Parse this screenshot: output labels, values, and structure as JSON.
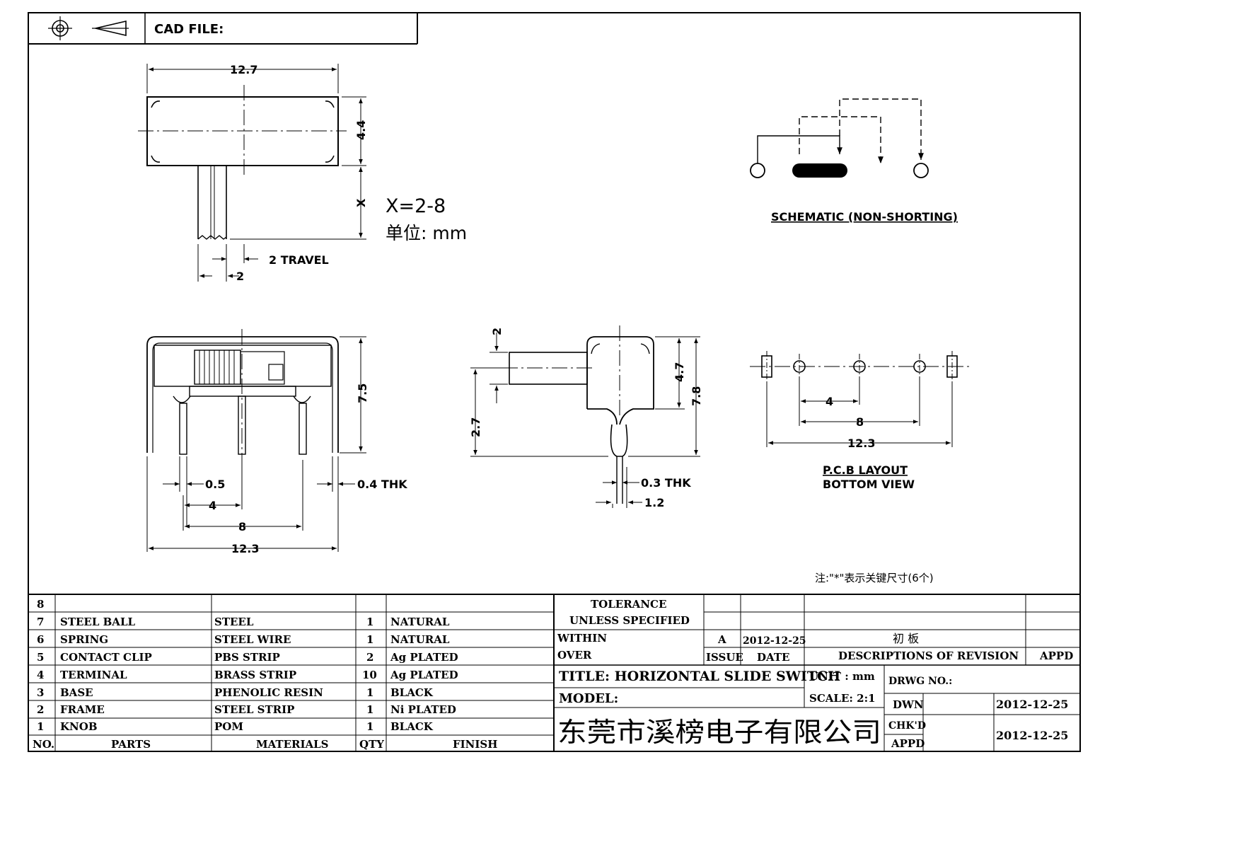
{
  "header": {
    "cad_file_label": "CAD FILE:"
  },
  "top_view": {
    "width": "12.7",
    "height": "4.4",
    "x_label": "X",
    "x_range": "X=2-8",
    "unit_note": "单位: mm",
    "travel": "2 TRAVEL",
    "knob_width": "2"
  },
  "schematic": {
    "label": "SCHEMATIC (NON-SHORTING)"
  },
  "front_view": {
    "height": "7.5",
    "pin_width": "0.5",
    "thickness": "0.4 THK",
    "pitch": "4",
    "span": "8",
    "overall": "12.3"
  },
  "side_view": {
    "knob_height": "2",
    "offset": "2.7",
    "body_height": "4.7",
    "overall_height": "7.8",
    "thickness": "0.3 THK",
    "lead_width": "1.2"
  },
  "pcb_layout": {
    "pitch": "4",
    "span": "8",
    "overall": "12.3",
    "label_line1": "P.C.B LAYOUT",
    "label_line2": "BOTTOM VIEW"
  },
  "note": "注:\"*\"表示关键尺寸(6个)",
  "bom": {
    "headers": {
      "no": "NO.",
      "parts": "PARTS",
      "materials": "MATERIALS",
      "qty": "QTY",
      "finish": "FINISH"
    },
    "rows": [
      {
        "no": "8",
        "part": "",
        "material": "",
        "qty": "",
        "finish": ""
      },
      {
        "no": "7",
        "part": "STEEL BALL",
        "material": "STEEL",
        "qty": "1",
        "finish": "NATURAL"
      },
      {
        "no": "6",
        "part": "SPRING",
        "material": "STEEL WIRE",
        "qty": "1",
        "finish": "NATURAL"
      },
      {
        "no": "5",
        "part": "CONTACT CLIP",
        "material": "PBS STRIP",
        "qty": "2",
        "finish": "Ag PLATED"
      },
      {
        "no": "4",
        "part": "TERMINAL",
        "material": "BRASS STRIP",
        "qty": "10",
        "finish": "Ag PLATED"
      },
      {
        "no": "3",
        "part": "BASE",
        "material": "PHENOLIC RESIN",
        "qty": "1",
        "finish": "BLACK"
      },
      {
        "no": "2",
        "part": "FRAME",
        "material": "STEEL STRIP",
        "qty": "1",
        "finish": "Ni PLATED"
      },
      {
        "no": "1",
        "part": "KNOB",
        "material": "POM",
        "qty": "1",
        "finish": "BLACK"
      }
    ]
  },
  "title_block": {
    "tolerance_line1": "TOLERANCE",
    "tolerance_line2": "UNLESS   SPECIFIED",
    "within": "WITHIN",
    "over": "OVER",
    "revision": "A",
    "revision_date": "2012-12-25",
    "revision_desc": "初 板",
    "issue_label": "ISSUE",
    "date_label": "DATE",
    "desc_label": "DESCRIPTIONS OF REVISION",
    "appd_label": "APPD",
    "title": "TITLE: HORIZONTAL SLIDE SWITCH",
    "unit": "UNIT : mm",
    "drwg_no": "DRWG NO.:",
    "model": "MODEL:",
    "scale": "SCALE: 2:1",
    "dwn_label": "DWN",
    "dwn_date": "2012-12-25",
    "chkd_label": "CHK'D",
    "appd2_label": "APPD",
    "chkd_date": "2012-12-25",
    "company": "东莞市溪榜电子有限公司"
  }
}
